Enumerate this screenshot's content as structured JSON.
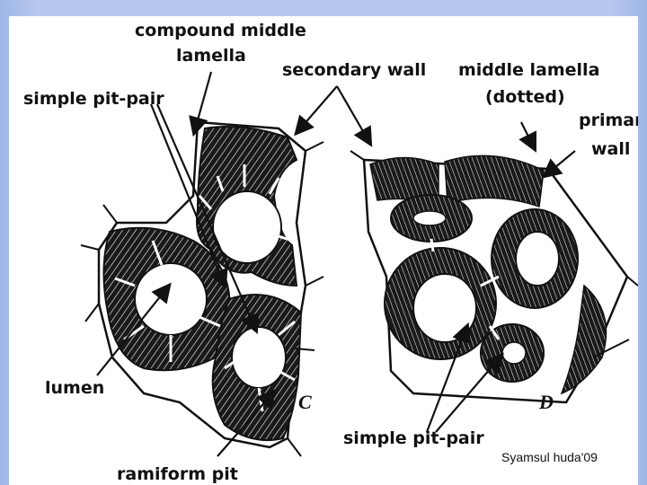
{
  "labels": {
    "compound_middle_lamella_1": "compound middle",
    "compound_middle_lamella_2": "lamella",
    "secondary_wall": "secondary wall",
    "middle_lamella_1": "middle lamella",
    "middle_lamella_2": "(dotted)",
    "primary_wall_1": "primary",
    "primary_wall_2": "wall",
    "simple_pit_pair_left": "simple pit-pair",
    "lumen": "lumen",
    "ramiform_pit": "ramiform pit",
    "simple_pit_pair_bottom": "simple pit-pair",
    "panel_c": "C",
    "panel_d": "D"
  },
  "credit": "Syamsul huda'09"
}
